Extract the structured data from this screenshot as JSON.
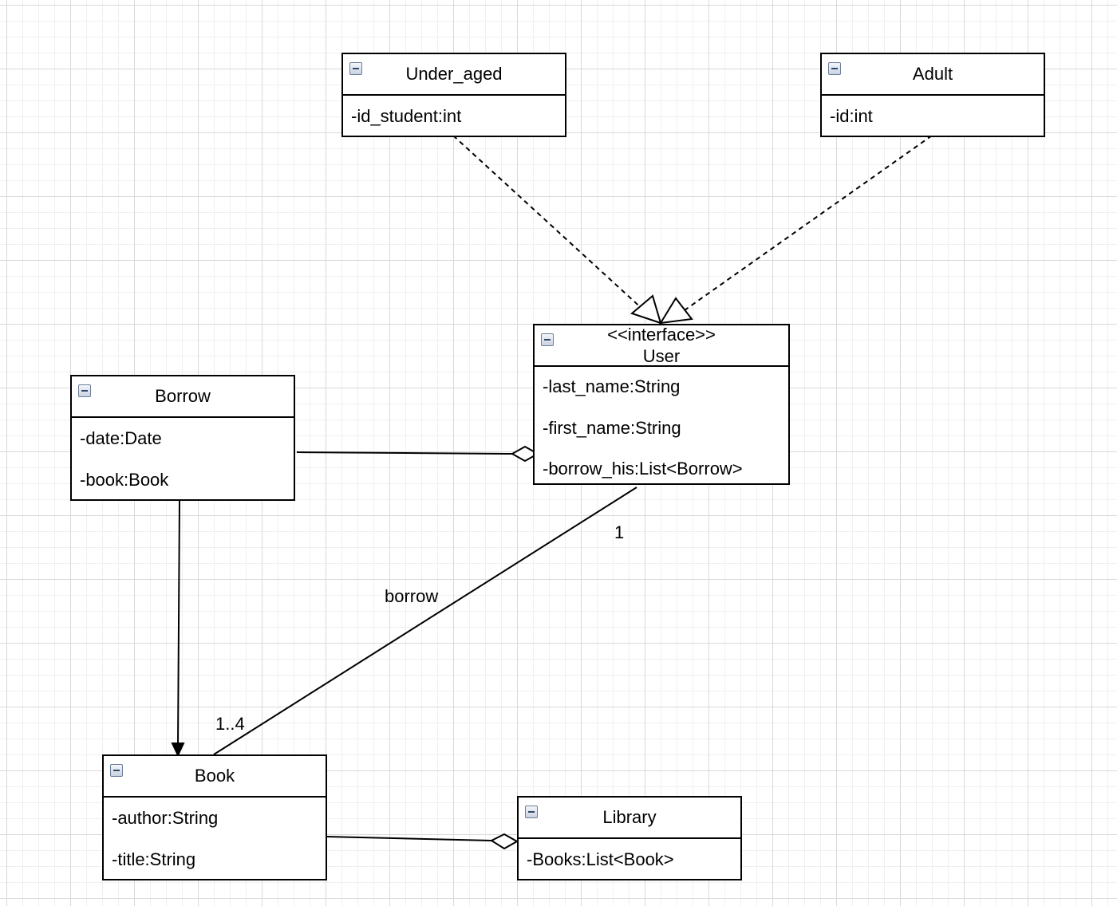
{
  "classes": {
    "under_aged": {
      "name": "Under_aged",
      "attributes": [
        "-id_student:int"
      ]
    },
    "adult": {
      "name": "Adult",
      "attributes": [
        "-id:int"
      ]
    },
    "user": {
      "stereotype": "<<interface>>",
      "name": "User",
      "attributes": [
        "-last_name:String",
        "-first_name:String",
        "-borrow_his:List<Borrow>"
      ]
    },
    "borrow": {
      "name": "Borrow",
      "attributes": [
        "-date:Date",
        "-book:Book"
      ]
    },
    "book": {
      "name": "Book",
      "attributes": [
        "-author:String",
        "-title:String"
      ]
    },
    "library": {
      "name": "Library",
      "attributes": [
        "-Books:List<Book>"
      ]
    }
  },
  "relations": {
    "user_book_association": {
      "label": "borrow",
      "user_multiplicity": "1",
      "book_multiplicity": "1..4"
    }
  },
  "icons": {
    "collapse": "minus-box-icon"
  }
}
